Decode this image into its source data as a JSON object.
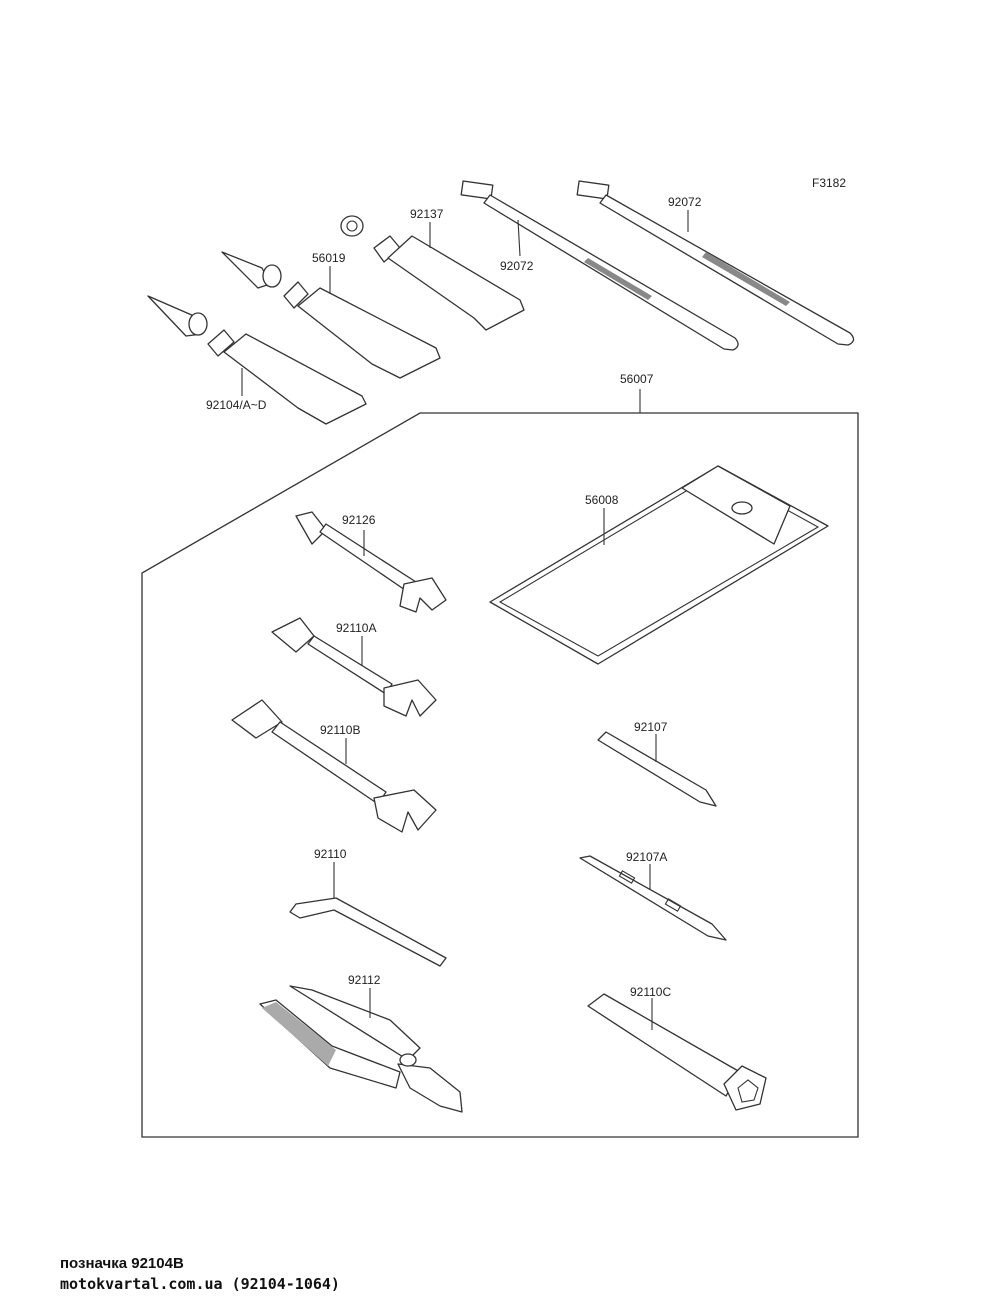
{
  "diagram": {
    "figure_code": "F3182",
    "labels": {
      "p92137": "92137",
      "p92072a": "92072",
      "p92072b": "92072",
      "p56019": "56019",
      "p92104": "92104/A~D",
      "p56007": "56007",
      "p56008": "56008",
      "p92126": "92126",
      "p92110a": "92110A",
      "p92110b": "92110B",
      "p92107": "92107",
      "p92110": "92110",
      "p92107a": "92107A",
      "p92112": "92112",
      "p92110c": "92110C"
    }
  },
  "caption": {
    "line1": "позначка 92104B",
    "line2": "motokvartal.com.ua (92104-1064)"
  }
}
